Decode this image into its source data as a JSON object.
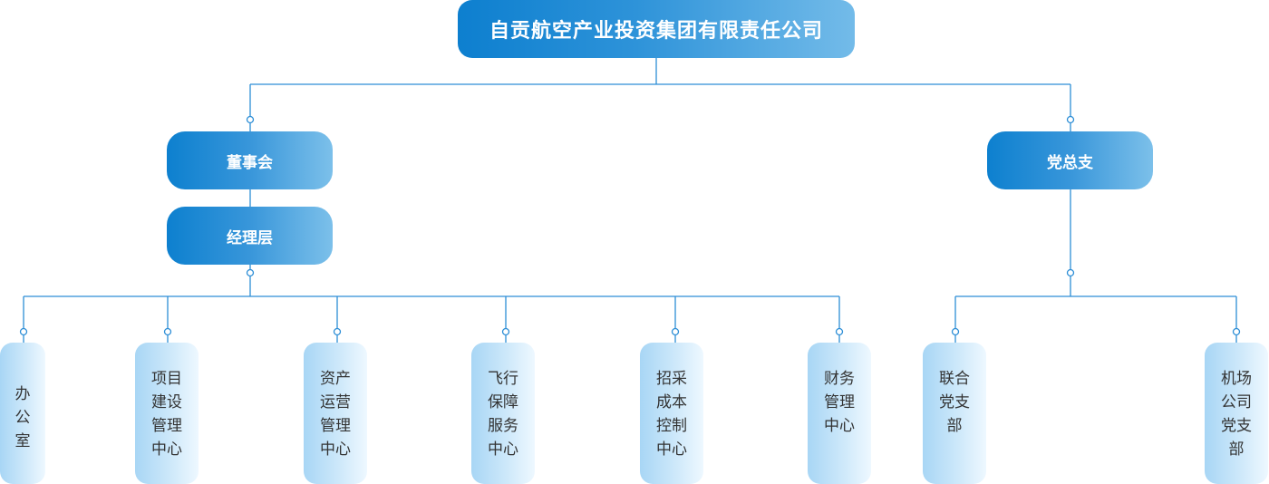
{
  "root": {
    "label": "自贡航空产业投资集团有限责任公司"
  },
  "branches": {
    "board": {
      "label": "董事会"
    },
    "management": {
      "label": "经理层"
    },
    "party": {
      "label": "党总支"
    }
  },
  "departments": [
    {
      "label": "办\n公\n室"
    },
    {
      "label": "项目\n建设\n管理\n中心"
    },
    {
      "label": "资产\n运营\n管理\n中心"
    },
    {
      "label": "飞行\n保障\n服务\n中心"
    },
    {
      "label": "招采\n成本\n控制\n中心"
    },
    {
      "label": "财务\n管理\n中心"
    }
  ],
  "party_branches": [
    {
      "label": "联合\n党支\n部"
    },
    {
      "label": "机场\n公司\n党支\n部"
    }
  ],
  "colors": {
    "line": "#2d8ed6",
    "node_dark": "#0d7fcf",
    "node_light": "#73bbe9",
    "leaf": "#cde8fa"
  }
}
